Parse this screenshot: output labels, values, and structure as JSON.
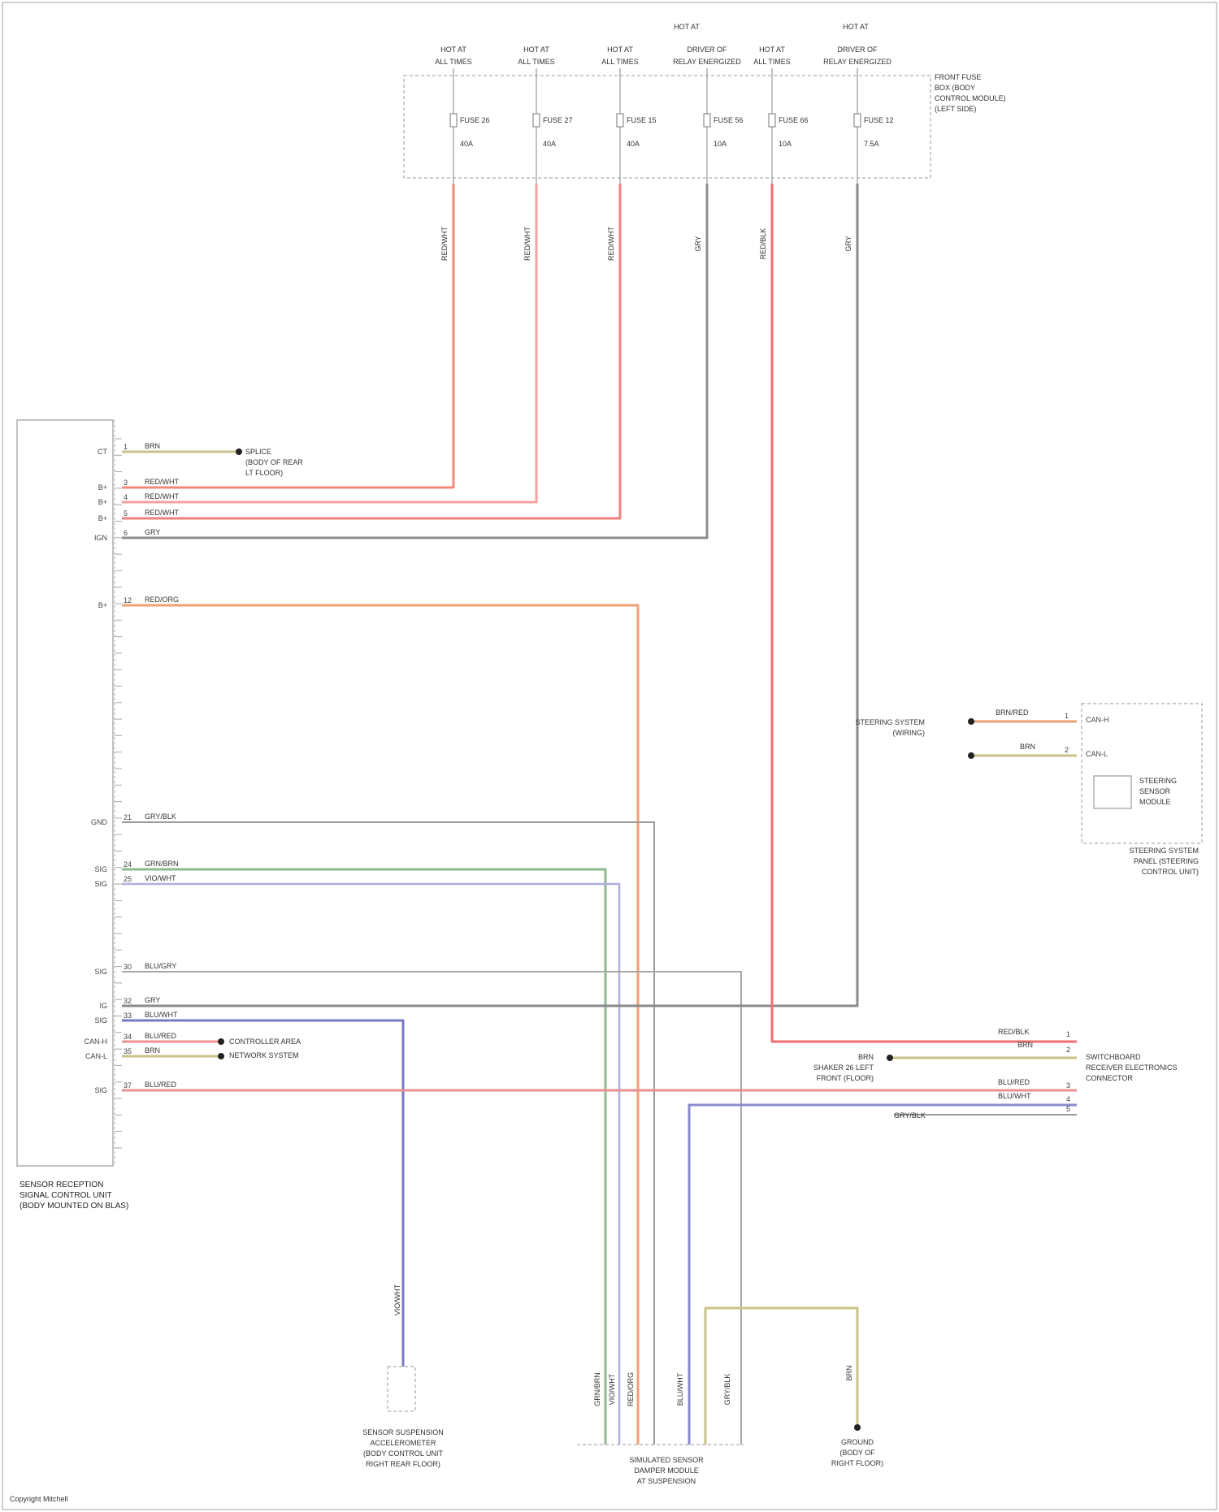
{
  "fuse_group_labels": [
    "HOT AT",
    "HOT AT"
  ],
  "fuses": [
    {
      "top": "HOT AT",
      "top2": "ALL TIMES",
      "name": "FUSE 26",
      "rating": "40A",
      "wire": "RED/WHT",
      "color": "#f08a78"
    },
    {
      "top": "HOT AT",
      "top2": "ALL TIMES",
      "name": "FUSE 27",
      "rating": "40A",
      "wire": "RED/WHT",
      "color": "#f5a0a0"
    },
    {
      "top": "HOT AT",
      "top2": "ALL TIMES",
      "name": "FUSE 15",
      "rating": "40A",
      "wire": "RED/WHT",
      "color": "#f08080"
    },
    {
      "top": "DRIVER OF",
      "top2": "RELAY ENERGIZED",
      "name": "FUSE 56",
      "rating": "10A",
      "wire": "GRY",
      "color": "#8e8e8e"
    },
    {
      "top": "HOT AT",
      "top2": "ALL TIMES",
      "name": "FUSE 66",
      "rating": "10A",
      "wire": "RED/BLK",
      "color": "#f07070"
    },
    {
      "top": "DRIVER OF",
      "top2": "RELAY ENERGIZED",
      "name": "FUSE 12",
      "rating": "7.5A",
      "wire": "GRY",
      "color": "#8a8a8a"
    }
  ],
  "fuse_box_label": [
    "FRONT FUSE",
    "BOX (BODY",
    "CONTROL MODULE)",
    "(LEFT SIDE)"
  ],
  "ecu_label": [
    "SENSOR RECEPTION",
    "SIGNAL CONTROL UNIT",
    "(BODY MOUNTED ON BLAS)"
  ],
  "ecu_pins": [
    {
      "side": "CT",
      "pin": "1",
      "wire": "BRN",
      "color": "#c9c28a"
    },
    {
      "side": "B+",
      "pin": "3",
      "wire": "RED/WHT",
      "color": "#f08a78"
    },
    {
      "side": "B+",
      "pin": "4",
      "wire": "RED/WHT",
      "color": "#f5a0a0"
    },
    {
      "side": "B+",
      "pin": "5",
      "wire": "RED/WHT",
      "color": "#f08080"
    },
    {
      "side": "IGN",
      "pin": "6",
      "wire": "GRY",
      "color": "#8e8e8e"
    },
    {
      "side": "B+",
      "pin": "12",
      "wire": "RED/ORG",
      "color": "#f2a070"
    },
    {
      "side": "GND",
      "pin": "21",
      "wire": "GRY/BLK",
      "color": "#9a9a9a"
    },
    {
      "side": "SIG",
      "pin": "24",
      "wire": "GRN/BRN",
      "color": "#8fb88f"
    },
    {
      "side": "SIG",
      "pin": "25",
      "wire": "VIO/WHT",
      "color": "#b0b0e0"
    },
    {
      "side": "SIG",
      "pin": "30",
      "wire": "BLU/GRY",
      "color": "#a8a8a8"
    },
    {
      "side": "IG",
      "pin": "32",
      "wire": "GRY",
      "color": "#8a8a8a"
    },
    {
      "side": "SIG",
      "pin": "33",
      "wire": "BLU/WHT",
      "color": "#7878c8"
    },
    {
      "side": "CAN-H",
      "pin": "34",
      "wire": "BLU/RED",
      "color": "#f09090"
    },
    {
      "side": "CAN-L",
      "pin": "35",
      "wire": "BRN",
      "color": "#c9c28a"
    },
    {
      "side": "SIG",
      "pin": "37",
      "wire": "BLU/RED",
      "color": "#e89090"
    }
  ],
  "splice_top": [
    "SPLICE",
    "(BODY OF REAR",
    "LT FLOOR)"
  ],
  "can_label": [
    "CONTROLLER AREA",
    "NETWORK SYSTEM"
  ],
  "steer_label": [
    "STEERING SYSTEM",
    "(WIRING)"
  ],
  "steer_wires": [
    {
      "wire": "BRN/RED",
      "pin": "1",
      "name": "CAN-H"
    },
    {
      "wire": "BRN",
      "pin": "2",
      "name": "CAN-L"
    }
  ],
  "steer_box_label": [
    "STEERING",
    "SENSOR",
    "MODULE"
  ],
  "steer_box_caption": [
    "STEERING SYSTEM",
    "PANEL (STEERING",
    "CONTROL UNIT)"
  ],
  "right_conn_label": [
    "SWITCHBOARD",
    "RECEIVER ELECTRONICS",
    "CONNECTOR"
  ],
  "right_conn_wires": [
    {
      "wire": "RED/BLK",
      "pin": "1"
    },
    {
      "wire": "BRN",
      "pin": "2"
    },
    {
      "wire": "BLU/RED",
      "pin": "3"
    },
    {
      "wire": "BLU/WHT",
      "pin": "4"
    },
    {
      "wire": "GRY/BLK",
      "pin": "5"
    }
  ],
  "right_splice_label": [
    "BRN",
    "SHAKER 26 LEFT",
    "FRONT (FLOOR)"
  ],
  "bottom_left_label": [
    "SENSOR SUSPENSION",
    "ACCELEROMETER",
    "(BODY CONTROL UNIT",
    "RIGHT REAR FLOOR)"
  ],
  "bottom_mid_label": [
    "SIMULATED SENSOR",
    "DAMPER MODULE",
    "AT SUSPENSION"
  ],
  "bottom_right_label": [
    "GROUND",
    "(BODY OF",
    "RIGHT FLOOR)"
  ],
  "bottom_wire_labels": [
    "VIO/WHT",
    "GRN/BRN",
    "VIO/WHT",
    "RED/ORG",
    "BLU/WHT",
    "GRY/BLK",
    "BRN"
  ],
  "footer": "Copyright Mitchell"
}
